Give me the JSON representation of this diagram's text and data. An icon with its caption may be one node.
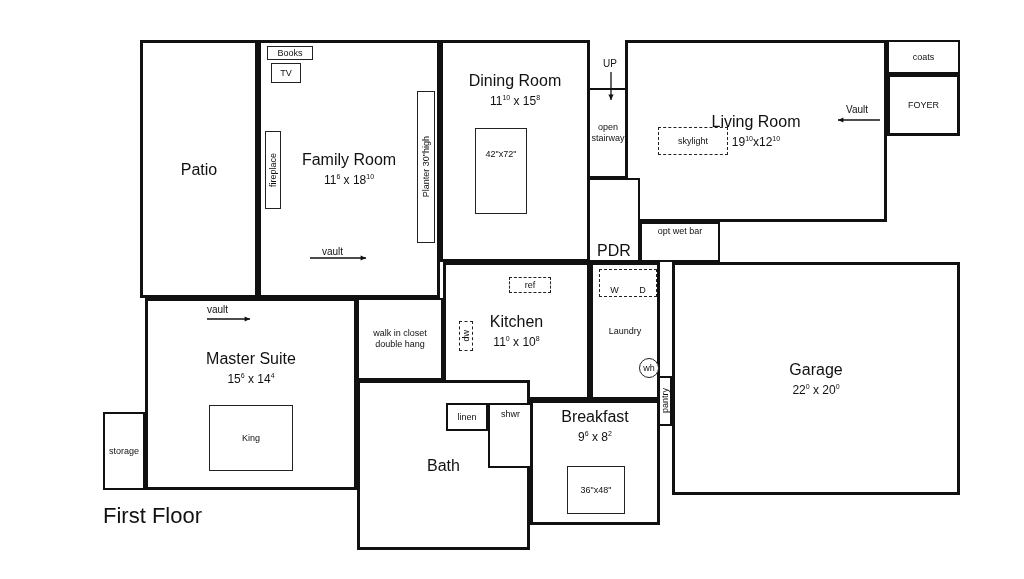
{
  "diagram": {
    "nodes": [
      {
        "text": [
          "Patio"
        ]
      },
      {
        "text": [
          "Family Room",
          "11$^{6}$ x 18$^{10}$"
        ]
      },
      {
        "text": [
          "Books"
        ],
        "in": 1
      },
      {
        "text": [
          "TV"
        ],
        "in": 1
      },
      {
        "text": [
          "fireplace"
        ],
        "in": 1
      },
      {
        "text": [
          "Planter 30\"high"
        ],
        "in": 1
      },
      {
        "text": [
          "Dining Room",
          "11$^{10}$ x 15$^{8}$"
        ]
      },
      {
        "text": [
          "42\"x72\""
        ],
        "in": 6
      },
      {
        "text": [
          "open stairway"
        ]
      },
      {
        "text": [
          "Living Room",
          "19$^{10}$x12$^{10}$"
        ]
      },
      {
        "text": [
          "skylight"
        ],
        "in": 9
      },
      {
        "text": [
          "coats"
        ]
      },
      {
        "text": [
          "FOYER"
        ]
      },
      {
        "text": [
          "PDR"
        ]
      },
      {
        "text": [
          "opt wet bar"
        ]
      },
      {
        "text": [
          "Kitchen",
          "11$^{0}$ x 10$^{8}$"
        ]
      },
      {
        "text": [
          "ref"
        ],
        "in": 15
      },
      {
        "text": [
          "dw"
        ],
        "in": 15
      },
      {
        "text": [
          "Laundry"
        ]
      },
      {
        "text": [
          "W",
          "D"
        ],
        "in": 18
      },
      {
        "text": [
          "wh"
        ],
        "in": 18
      },
      {
        "text": [
          "Garage",
          "22$^{0}$ x 20$^{0}$"
        ]
      },
      {
        "text": [
          "Master Suite",
          "15$^{6}$ x 14$^{4}$"
        ]
      },
      {
        "text": [
          "King"
        ],
        "in": 22
      },
      {
        "text": [
          "walk in closet",
          "double hang"
        ]
      },
      {
        "text": [
          "storage"
        ]
      },
      {
        "text": [
          "Bath"
        ]
      },
      {
        "text": [
          "linen"
        ],
        "in": 26
      },
      {
        "text": [
          "shwr"
        ],
        "in": 26
      },
      {
        "text": [
          "Breakfast",
          "9$^{6}$ x 8$^{2}$"
        ]
      },
      {
        "text": [
          "36\"x48\""
        ],
        "in": 29
      },
      {
        "text": [
          "pantry"
        ]
      }
    ],
    "labels": [
      "UP",
      "Vault",
      "vault",
      "vault",
      "First Floor"
    ]
  }
}
